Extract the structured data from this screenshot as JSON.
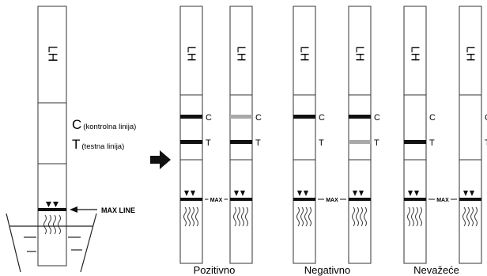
{
  "strip_brand": "LH",
  "big_strip": {
    "c_letter": "C",
    "c_note": "(kontrolna linija)",
    "t_letter": "T",
    "t_note": "(testna linija)",
    "max_line_label": "MAX LINE"
  },
  "small_max_label": "MAX",
  "small_line_labels": {
    "c": "C",
    "t": "T"
  },
  "groups": [
    {
      "caption": "Pozitivno"
    },
    {
      "caption": "Negativno"
    },
    {
      "caption": "Nevažeće"
    }
  ],
  "results": [
    {
      "c": "dark",
      "t": "dark"
    },
    {
      "c": "light",
      "t": "dark"
    },
    {
      "c": "dark",
      "t": "none"
    },
    {
      "c": "dark",
      "t": "light"
    },
    {
      "c": "none",
      "t": "dark"
    },
    {
      "c": "none",
      "t": "none"
    }
  ],
  "colors": {
    "line_dark": "#111111",
    "line_light": "#a9a9a9",
    "stroke": "#333333"
  }
}
